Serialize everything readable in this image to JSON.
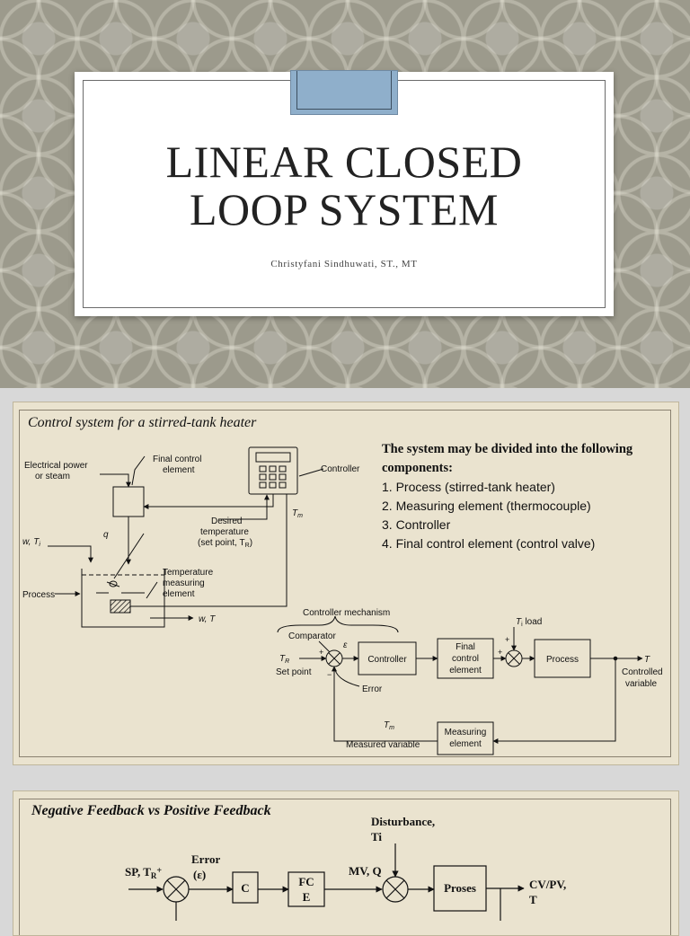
{
  "slide1": {
    "title_line1": "LINEAR CLOSED",
    "title_line2": "LOOP SYSTEM",
    "author": "Christyfani Sindhuwati, ST., MT"
  },
  "slide2": {
    "heading": "Control system for a stirred-tank heater",
    "intro": "The system may be divided into the following components:",
    "components": [
      "1. Process (stirred-tank heater)",
      "2. Measuring element (thermocouple)",
      "3. Controller",
      "4. Final control element (control valve)"
    ],
    "tank_diagram": {
      "electrical_power_line1": "Electrical power",
      "electrical_power_line2": "or steam",
      "final_control_line1": "Final control",
      "final_control_line2": "element",
      "controller": "Controller",
      "desired_line1": "Desired",
      "desired_line2": "temperature",
      "desired_line3": "(set point, T",
      "desired_line3_sub": "R",
      "desired_line3_end": ")",
      "t_m": "T",
      "t_m_sub": "m",
      "q": "q",
      "inlet": "w, T",
      "inlet_sub": "i",
      "process": "Process",
      "temp_line1": "Temperature",
      "temp_line2": "measuring",
      "temp_line3": "element",
      "outlet": "w,  T"
    },
    "block_diagram": {
      "controller_mechanism": "Controller mechanism",
      "comparator": "Comparator",
      "epsilon": "ε",
      "t_r": "T",
      "t_r_sub": "R",
      "set_point": "Set point",
      "error": "Error",
      "controller_block": "Controller",
      "final_line1": "Final",
      "final_line2": "control",
      "final_line3": "element",
      "ti_load": "T",
      "ti_load_sub": "i",
      "ti_load_end": " load",
      "process_block": "Process",
      "t_out": "T",
      "controlled_line1": "Controlled",
      "controlled_line2": "variable",
      "t_m": "T",
      "t_m_sub": "m",
      "measured_variable": "Measured variable",
      "measuring_line1": "Measuring",
      "measuring_line2": "element",
      "plus": "+",
      "minus": "−"
    }
  },
  "slide3": {
    "heading": "Negative Feedback vs Positive Feedback",
    "disturbance_line1": "Disturbance,",
    "disturbance_line2": "Ti",
    "error_line1": "Error",
    "error_line2": "(ε)",
    "sp_label": "SP, T",
    "sp_sub": "R",
    "sp_plus": "+",
    "c_block": "C",
    "fce_line1": "FC",
    "fce_line2": "E",
    "mv_label": "MV, Q",
    "proses_block": "Proses",
    "cvpv_line1": "CV/PV,",
    "cvpv_line2": "T"
  }
}
